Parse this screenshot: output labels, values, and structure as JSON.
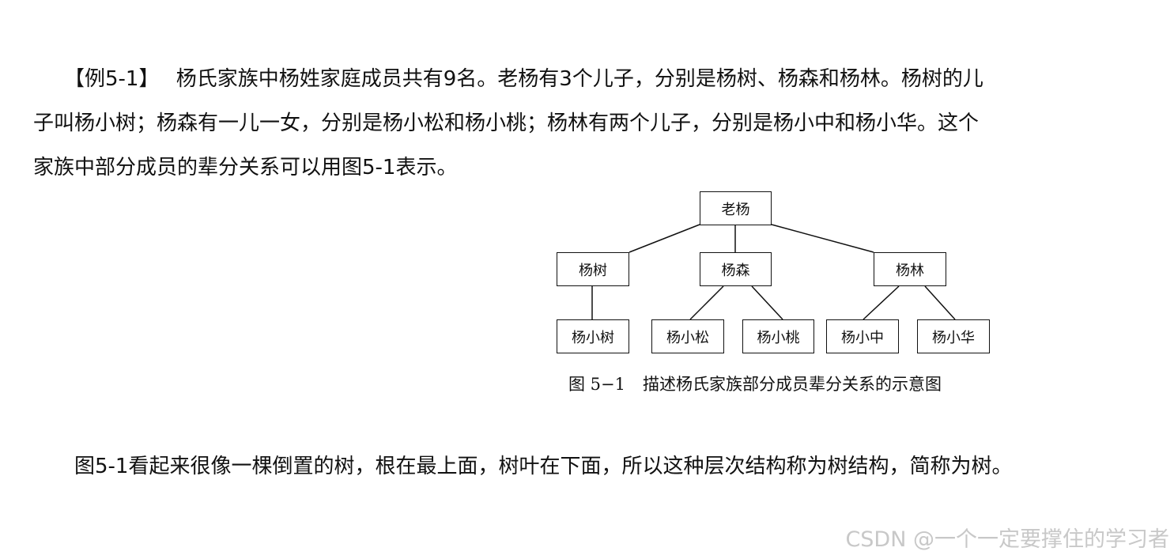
{
  "paragraph1": {
    "line1": "　　【例5-1】　 杨氏家族中杨姓家庭成员共有9名。老杨有3个儿子，分别是杨树、杨森和杨林。杨树的儿",
    "line2": "子叫杨小树；杨森有一儿一女，分别是杨小松和杨小桃；杨林有两个儿子，分别是杨小中和杨小华。这个",
    "line3": "家族中部分成员的辈分关系可以用图5-1表示。"
  },
  "tree": {
    "root": "老杨",
    "children": [
      {
        "label": "杨树",
        "children": [
          "杨小树"
        ]
      },
      {
        "label": "杨森",
        "children": [
          "杨小松",
          "杨小桃"
        ]
      },
      {
        "label": "杨林",
        "children": [
          "杨小中",
          "杨小华"
        ]
      }
    ]
  },
  "figure_caption": {
    "number": "图 5−1",
    "text": "描述杨氏家族部分成员辈分关系的示意图"
  },
  "paragraph2": "　　图5-1看起来很像一棵倒置的树，根在最上面，树叶在下面，所以这种层次结构称为树结构，简称为树。",
  "watermark": "CSDN @一个一定要撑住的学习者"
}
